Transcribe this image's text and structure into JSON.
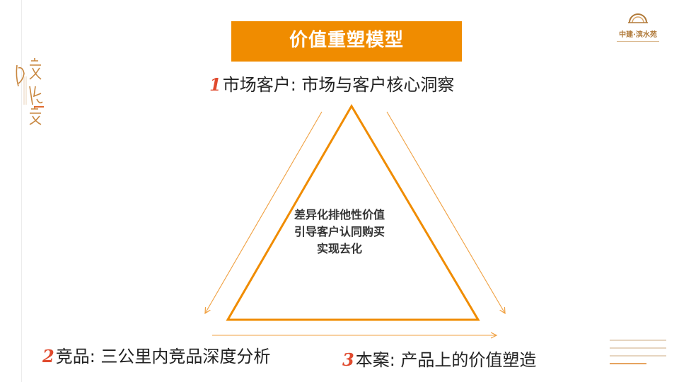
{
  "title": "价值重塑模型",
  "labels": {
    "market": {
      "num": "1",
      "text": "市场客户:  市场与客户核心洞察"
    },
    "competitor": {
      "num": "2",
      "text": "竞品:  三公里内竞品深度分析"
    },
    "project": {
      "num": "3",
      "text": "本案:  产品上的价值塑造"
    }
  },
  "center": {
    "line1": "差异化排他性价值",
    "line2": "引导客户认同购买",
    "line3": "实现去化"
  },
  "brand": {
    "name": "中建·滨水苑"
  },
  "colors": {
    "accent": "#f08c00",
    "number": "#e04a2e",
    "text": "#222222"
  }
}
